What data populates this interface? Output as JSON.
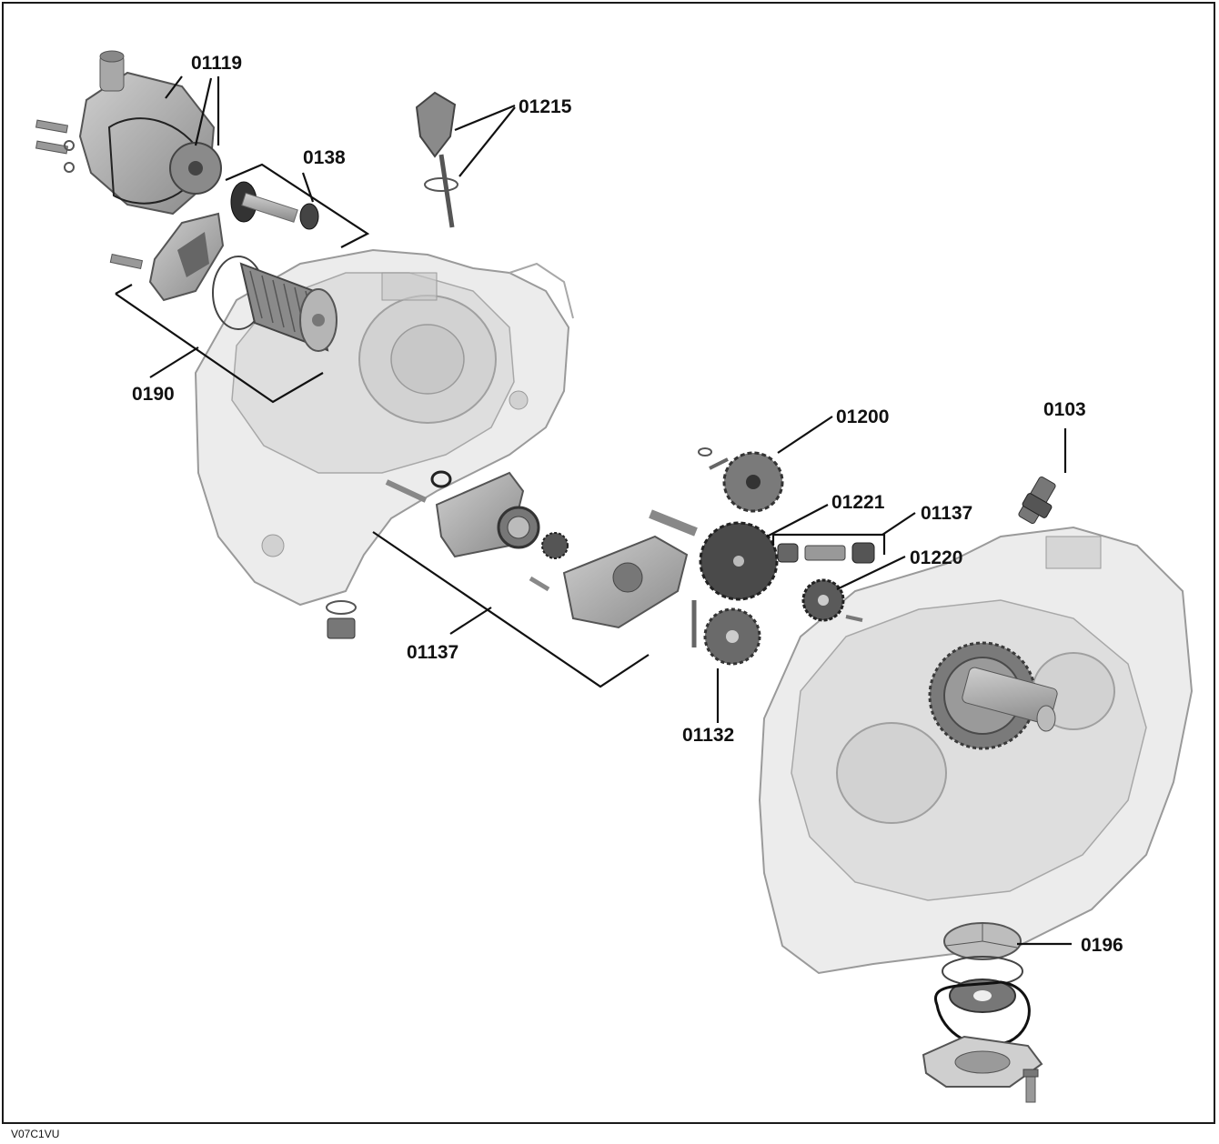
{
  "figure_code": "V07C1VU",
  "callouts": {
    "c01119": "01119",
    "c01215": "01215",
    "c0138": "0138",
    "c0190": "0190",
    "c01200": "01200",
    "c0103": "0103",
    "c01221": "01221",
    "c01137_right": "01137",
    "c01220": "01220",
    "c01137_left": "01137",
    "c01132": "01132",
    "c0196": "0196"
  },
  "colors": {
    "housing": "#d9d9d9",
    "part_dark": "#5a5a5a",
    "part_mid": "#8a8a8a",
    "ink": "#111111"
  }
}
